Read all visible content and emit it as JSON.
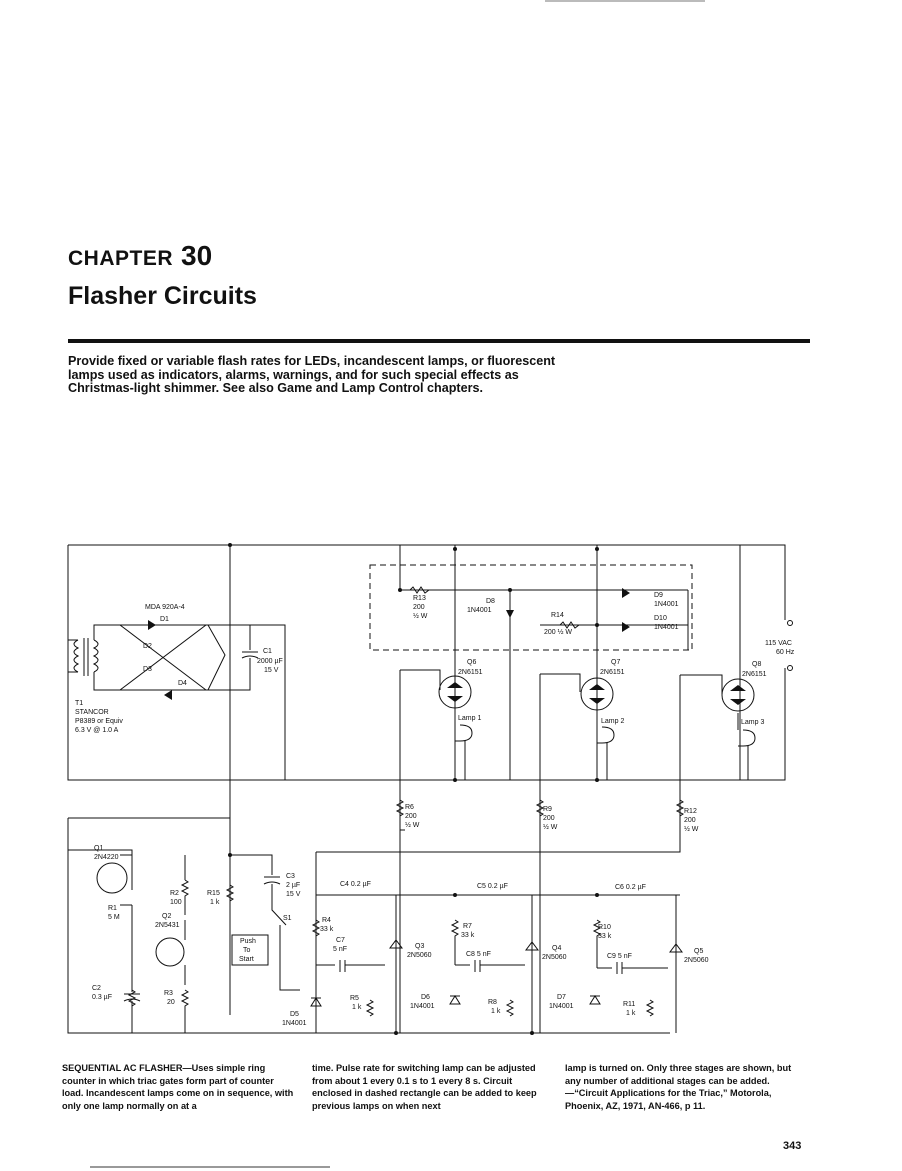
{
  "chapter": {
    "label": "CHAPTER",
    "number": "30"
  },
  "title": "Flasher Circuits",
  "intro": "Provide fixed or variable flash rates for LEDs, incandescent lamps, or fluorescent lamps used as indicators, alarms, warnings, and for such special effects as Christmas-light shimmer. See also Game and Lamp Control chapters.",
  "schematic": {
    "bridge": "MDA 920A-4",
    "d1": "D1",
    "d2": "D2",
    "d3": "D3",
    "d4": "D4",
    "c1": [
      "C1",
      "2000 µF",
      "15 V"
    ],
    "t1": [
      "T1",
      "STANCOR",
      "P8389 or Equiv",
      "6.3 V @ 1.0 A"
    ],
    "r13": [
      "R13",
      "200",
      "½ W"
    ],
    "d8": [
      "D8",
      "1N4001"
    ],
    "r14": [
      "R14",
      "200 ½ W"
    ],
    "d9": [
      "D9",
      "1N4001"
    ],
    "d10": [
      "D10",
      "1N4001"
    ],
    "q6": [
      "Q6",
      "2N6151"
    ],
    "q7": [
      "Q7",
      "2N6151"
    ],
    "q8": [
      "Q8",
      "2N6151"
    ],
    "lamp1": "Lamp 1",
    "lamp2": "Lamp 2",
    "lamp3": "Lamp 3",
    "ac": [
      "115 VAC",
      "60 Hz"
    ],
    "r6": [
      "R6",
      "200",
      "½ W"
    ],
    "r9": [
      "R9",
      "200",
      "½ W"
    ],
    "r12": [
      "R12",
      "200",
      "½ W"
    ],
    "q1": [
      "Q1",
      "2N4220"
    ],
    "c3": [
      "C3",
      "2 µF",
      "15 V"
    ],
    "r2": [
      "R2",
      "100"
    ],
    "r15": [
      "R15",
      "1 k"
    ],
    "r1": [
      "R1",
      "5 M"
    ],
    "q2": [
      "Q2",
      "2N5431"
    ],
    "s1": "S1",
    "push": [
      "Push",
      "To",
      "Start"
    ],
    "c4": "C4  0.2 µF",
    "c5": "C5  0.2 µF",
    "c6": "C6  0.2 µF",
    "r4": [
      "R4",
      "33 k"
    ],
    "c7": [
      "C7",
      "5 nF"
    ],
    "q3": [
      "Q3",
      "2N5060"
    ],
    "q4": [
      "Q4",
      "2N5060"
    ],
    "q5": [
      "Q5",
      "2N5060"
    ],
    "r7": [
      "R7",
      "33 k"
    ],
    "r10": [
      "R10",
      "33 k"
    ],
    "c8": "C8  5 nF",
    "c9": "C9  5 nF",
    "c2": [
      "C2",
      "0.3 µF"
    ],
    "r3": [
      "R3",
      "20"
    ],
    "r5": [
      "R5",
      "1 k"
    ],
    "r8": [
      "R8",
      "1 k"
    ],
    "r11": [
      "R11",
      "1 k"
    ],
    "d5": [
      "D5",
      "1N4001"
    ],
    "d6": [
      "D6",
      "1N4001"
    ],
    "d7": [
      "D7",
      "1N4001"
    ]
  },
  "caption": {
    "col1": "SEQUENTIAL AC FLASHER—Uses simple ring counter in which triac gates form part of counter load. Incandescent lamps come on in sequence, with only one lamp normally on at a",
    "col2": "time. Pulse rate for switching lamp can be adjusted from about 1 every 0.1 s to 1 every 8 s. Circuit enclosed in dashed rectangle can be added to keep previous lamps on when next",
    "col3": "lamp is turned on. Only three stages are shown, but any number of additional stages can be added.—“Circuit Applications for the Triac,” Motorola, Phoenix, AZ, 1971, AN-466, p 11."
  },
  "page_number": "343"
}
